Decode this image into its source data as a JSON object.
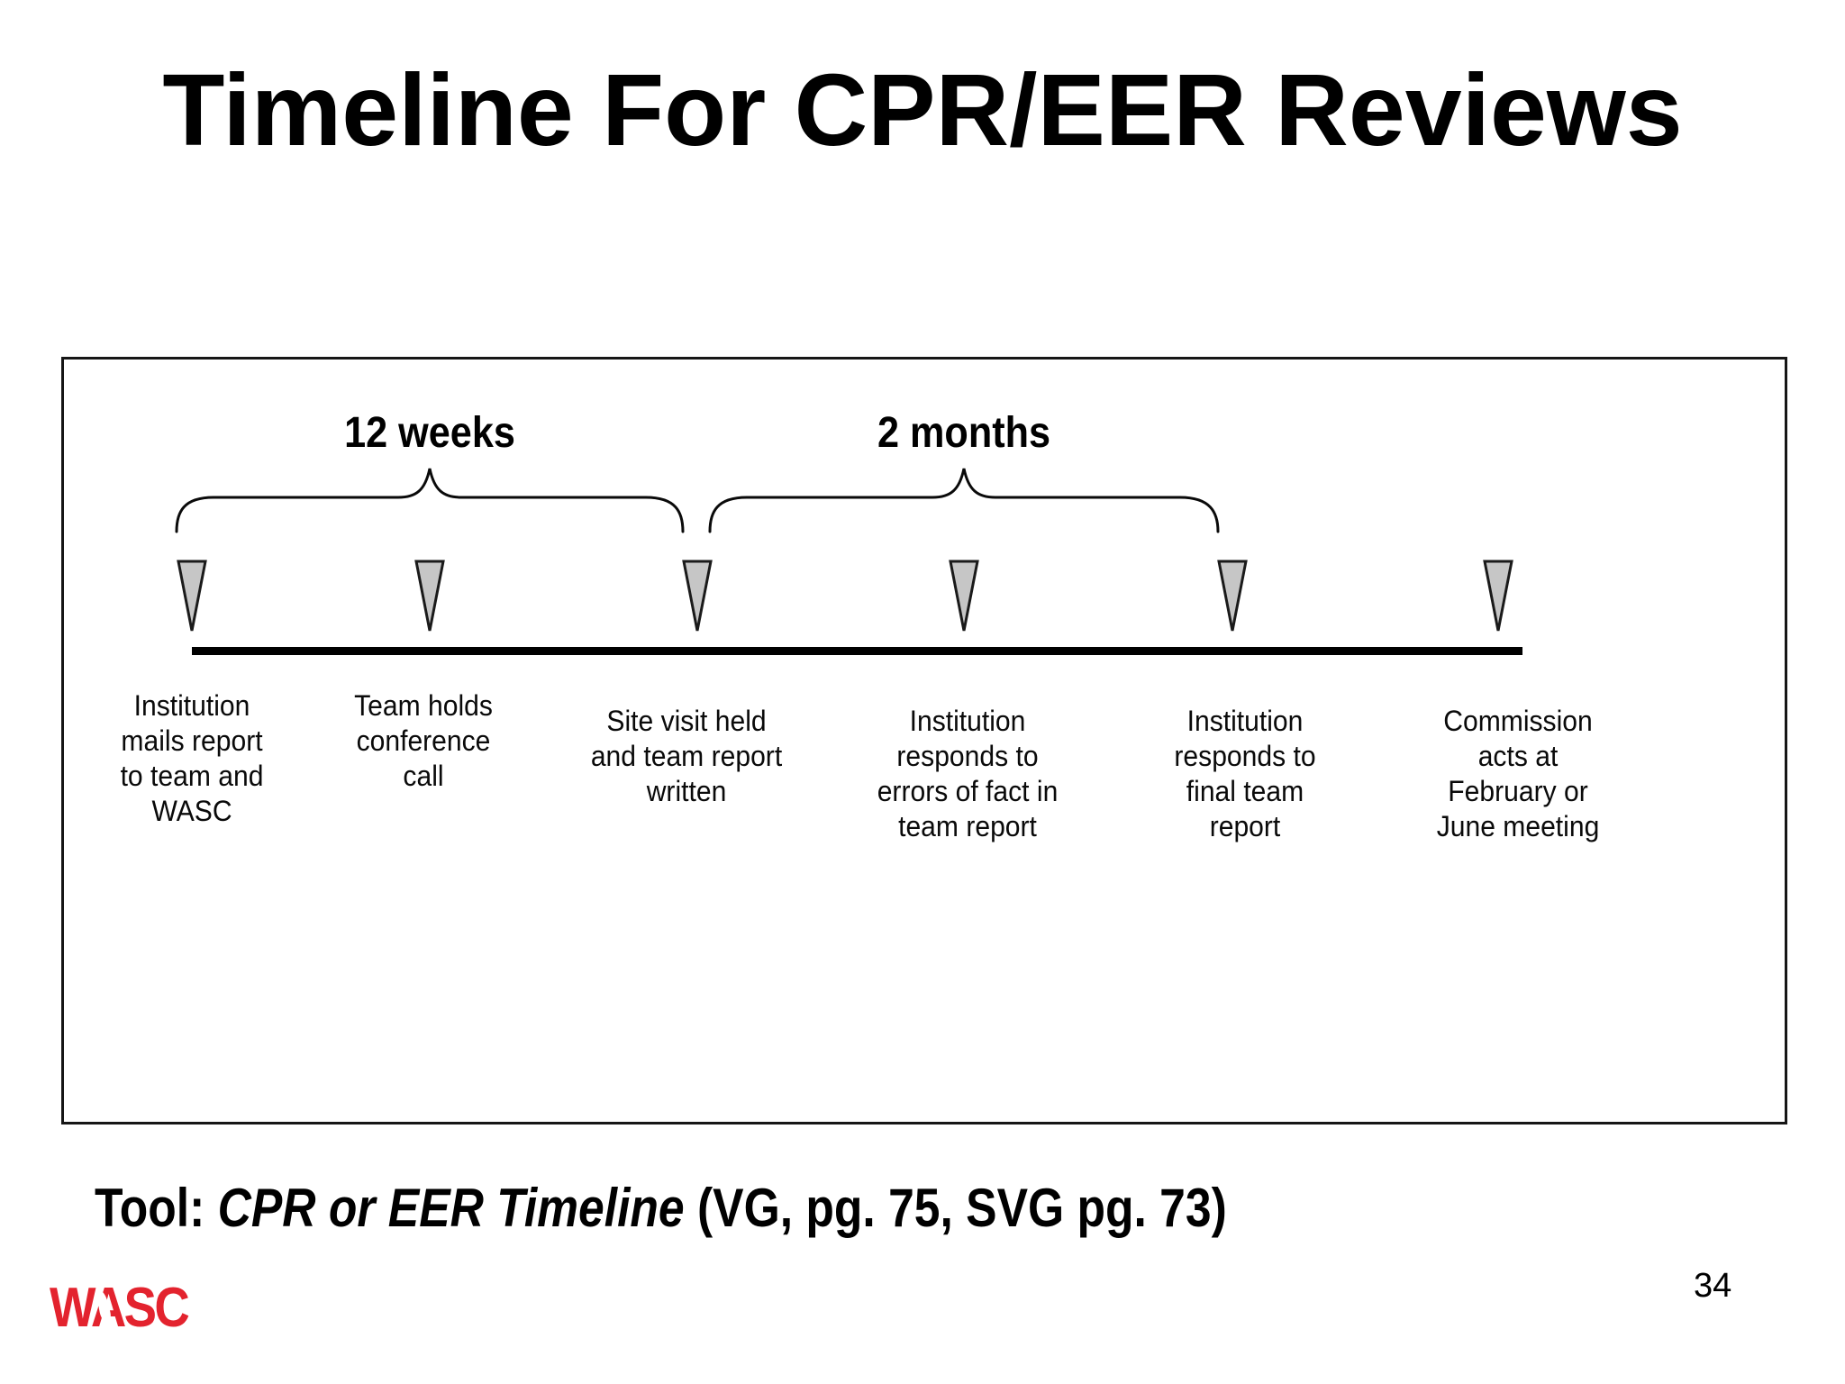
{
  "slide": {
    "title": "Timeline For CPR/EER Reviews",
    "page_number": "34",
    "logo": {
      "text": "WASC"
    },
    "tool_line": {
      "prefix": "Tool: ",
      "italic": "CPR or EER Timeline",
      "suffix": " (VG, pg. 75, SVG pg. 73)"
    }
  },
  "timeline": {
    "durations": [
      {
        "label": "12 weeks",
        "spans_events": "1-3"
      },
      {
        "label": "2 months",
        "spans_events": "3-5"
      }
    ],
    "events": [
      {
        "lines": [
          "Institution",
          "mails report",
          "to team and",
          "WASC"
        ]
      },
      {
        "lines": [
          "Team holds",
          "conference",
          "call"
        ]
      },
      {
        "lines": [
          "Site visit held",
          "and team report",
          "written"
        ]
      },
      {
        "lines": [
          "Institution",
          "responds to",
          "errors of fact in",
          "team report"
        ]
      },
      {
        "lines": [
          "Institution",
          "responds to",
          "final team",
          "report"
        ]
      },
      {
        "lines": [
          "Commission",
          "acts at",
          "February or",
          "June meeting"
        ]
      }
    ],
    "colors": {
      "marker_fill": "#c6c6c6",
      "marker_stroke": "#1a1a1a",
      "timeline_line": "#000000",
      "logo_red": "#e3232e"
    }
  }
}
